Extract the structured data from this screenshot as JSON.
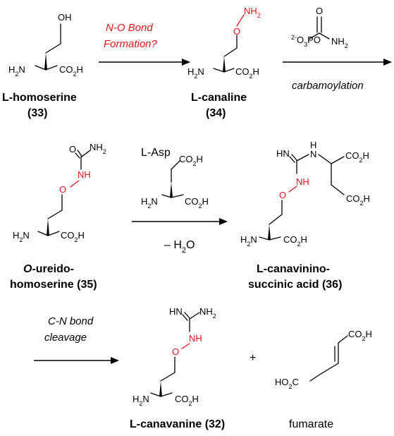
{
  "step1": {
    "condition_line1": "N-O Bond",
    "condition_line2": "Formation?",
    "color": "#e4151b"
  },
  "step2": {
    "reagent_charge": "2-",
    "reagent_text": "O3PO",
    "reagent_carbonyl_o": "O",
    "reagent_nh2": "NH2",
    "condition": "carbamoylation"
  },
  "step3": {
    "reagent": "L-Asp",
    "byproduct": "– H2O"
  },
  "step4": {
    "condition_line1": "C-N bond",
    "condition_line2": "cleavage"
  },
  "compounds": {
    "c33": {
      "name": "L-homoserine",
      "number": "(33)"
    },
    "c34": {
      "name": "L-canaline",
      "number": "(34)"
    },
    "c35": {
      "name_prefix": "O",
      "name_rest": "-ureido-",
      "name_line2": "homoserine (35)"
    },
    "c36": {
      "name_line1": "L-canavinino-",
      "name_line2": "succinic acid (36)"
    },
    "c32": {
      "name": "L-canavanine (32)"
    },
    "fumarate": {
      "name": "fumarate"
    }
  },
  "plus_sign": "+",
  "atoms": {
    "oh": "OH",
    "o": "O",
    "nh": "NH",
    "nh2": "NH2",
    "h2n": "H2N",
    "co2h": "CO2H",
    "hn": "HN",
    "ho2c": "HO2C",
    "h": "H",
    "n": "N"
  }
}
